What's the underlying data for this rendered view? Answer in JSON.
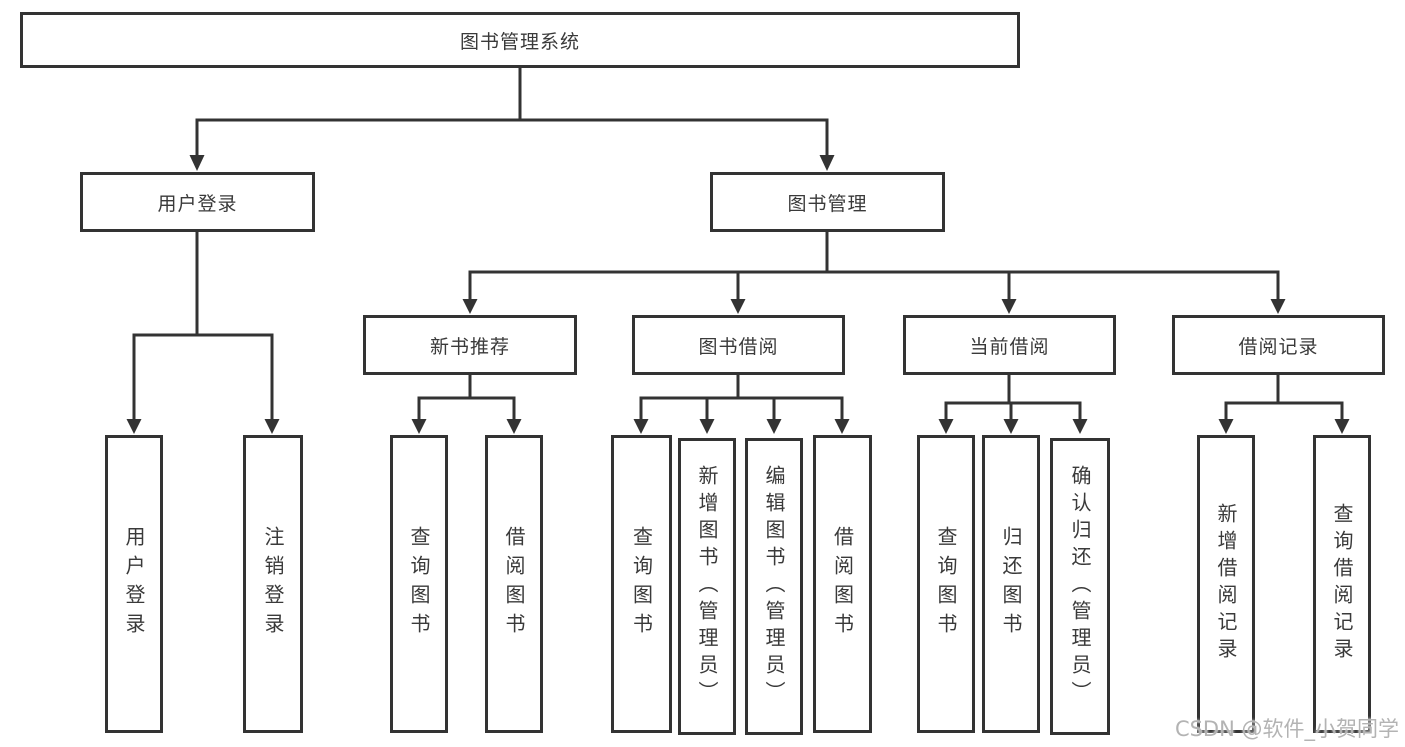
{
  "tree": {
    "label": "图书管理系统",
    "children": [
      {
        "label": "用户登录",
        "children": [
          {
            "label": "用户登录"
          },
          {
            "label": "注销登录"
          }
        ]
      },
      {
        "label": "图书管理",
        "children": [
          {
            "label": "新书推荐",
            "children": [
              {
                "label": "查询图书"
              },
              {
                "label": "借阅图书"
              }
            ]
          },
          {
            "label": "图书借阅",
            "children": [
              {
                "label": "查询图书"
              },
              {
                "label": "新增图书（管理员）"
              },
              {
                "label": "编辑图书（管理员）"
              },
              {
                "label": "借阅图书"
              }
            ]
          },
          {
            "label": "当前借阅",
            "children": [
              {
                "label": "查询图书"
              },
              {
                "label": "归还图书"
              },
              {
                "label": "确认归还（管理员）"
              }
            ]
          },
          {
            "label": "借阅记录",
            "children": [
              {
                "label": "新增借阅记录"
              },
              {
                "label": "查询借阅记录"
              }
            ]
          }
        ]
      }
    ]
  },
  "watermark": {
    "text": "CSDN @软件_小贺同学"
  },
  "colors": {
    "line": "#333333",
    "text": "#3a3a3a",
    "background": "#ffffff",
    "watermark": "#acacac"
  }
}
